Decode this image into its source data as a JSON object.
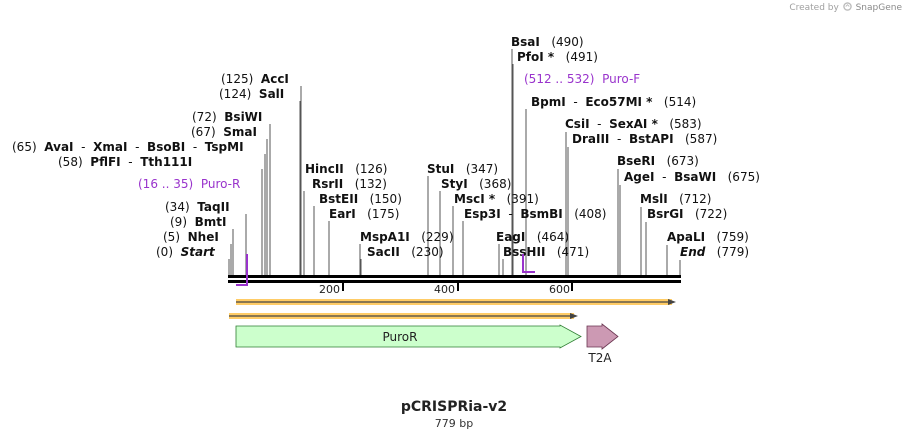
{
  "watermark": {
    "prefix": "Created by",
    "brand": "SnapGene"
  },
  "title": "pCRISPRia-v2",
  "subtitle": "779 bp",
  "colors": {
    "backbone": "#000000",
    "primer": "#9933cc",
    "puro": "#ccffcc",
    "t2a": "#cc99b3",
    "orf": "#ffcc66"
  },
  "ruler_ticks": [
    "200",
    "400",
    "600"
  ],
  "labels": [
    {
      "kind": "site",
      "segs": [
        {
          "t": "BsaI",
          "s": "nm"
        }
      ],
      "pos": "(490)"
    },
    {
      "kind": "site",
      "segs": [
        {
          "t": "PfoI *",
          "s": "nm"
        }
      ],
      "pos": "(491)"
    },
    {
      "kind": "primer",
      "segs": [
        {
          "t": "Puro-F",
          "s": "nm"
        }
      ],
      "pos": "(512 .. 532)"
    },
    {
      "kind": "site",
      "segs": [
        {
          "t": "BpmI",
          "s": "nm"
        },
        {
          "t": "  -  ",
          "s": ""
        },
        {
          "t": "Eco57MI *",
          "s": "nm"
        }
      ],
      "pos": "(514)"
    },
    {
      "kind": "site",
      "segs": [
        {
          "t": "CsiI",
          "s": "nm"
        },
        {
          "t": "  -  ",
          "s": ""
        },
        {
          "t": "SexAI *",
          "s": "nm"
        }
      ],
      "pos": "(583)"
    },
    {
      "kind": "site",
      "segs": [
        {
          "t": "DraIII",
          "s": "nm"
        },
        {
          "t": "  -  ",
          "s": ""
        },
        {
          "t": "BstAPI",
          "s": "nm"
        }
      ],
      "pos": "(587)"
    },
    {
      "kind": "site",
      "segs": [
        {
          "t": "BseRI",
          "s": "nm"
        }
      ],
      "pos": "(673)"
    },
    {
      "kind": "site",
      "segs": [
        {
          "t": "AgeI",
          "s": "nm"
        },
        {
          "t": "  -  ",
          "s": ""
        },
        {
          "t": "BsaWI",
          "s": "nm"
        }
      ],
      "pos": "(675)"
    },
    {
      "kind": "site",
      "segs": [
        {
          "t": "MslI",
          "s": "nm"
        }
      ],
      "pos": "(712)"
    },
    {
      "kind": "site",
      "segs": [
        {
          "t": "BsrGI",
          "s": "nm"
        }
      ],
      "pos": "(722)"
    },
    {
      "kind": "site",
      "segs": [
        {
          "t": "ApaLI",
          "s": "nm"
        }
      ],
      "pos": "(759)"
    },
    {
      "kind": "site",
      "segs": [
        {
          "t": "End",
          "s": "it"
        }
      ],
      "pos": "(779)"
    },
    {
      "kind": "site",
      "segs": [
        {
          "t": "AccI",
          "s": "nm"
        }
      ],
      "pos": "(125)"
    },
    {
      "kind": "site",
      "segs": [
        {
          "t": "SalI",
          "s": "nm"
        }
      ],
      "pos": "(124)"
    },
    {
      "kind": "site",
      "segs": [
        {
          "t": "BsiWI",
          "s": "nm"
        }
      ],
      "pos": "(72)"
    },
    {
      "kind": "site",
      "segs": [
        {
          "t": "SmaI",
          "s": "nm"
        }
      ],
      "pos": "(67)"
    },
    {
      "kind": "site",
      "segs": [
        {
          "t": "AvaI",
          "s": "nm"
        },
        {
          "t": "  -  ",
          "s": ""
        },
        {
          "t": "XmaI",
          "s": "nm"
        },
        {
          "t": "  -  ",
          "s": ""
        },
        {
          "t": "BsoBI",
          "s": "nm"
        },
        {
          "t": "  -  ",
          "s": ""
        },
        {
          "t": "TspMI",
          "s": "nm"
        }
      ],
      "pos": "(65)"
    },
    {
      "kind": "site",
      "segs": [
        {
          "t": "PflFI",
          "s": "nm"
        },
        {
          "t": "  -  ",
          "s": ""
        },
        {
          "t": "Tth111I",
          "s": "nm"
        }
      ],
      "pos": "(58)"
    },
    {
      "kind": "primer",
      "segs": [
        {
          "t": "Puro-R",
          "s": "nm"
        }
      ],
      "pos": "(16 .. 35)"
    },
    {
      "kind": "site",
      "segs": [
        {
          "t": "TaqII",
          "s": "nm"
        }
      ],
      "pos": "(34)"
    },
    {
      "kind": "site",
      "segs": [
        {
          "t": "BmtI",
          "s": "nm"
        }
      ],
      "pos": "(9)"
    },
    {
      "kind": "site",
      "segs": [
        {
          "t": "NheI",
          "s": "nm"
        }
      ],
      "pos": "(5)"
    },
    {
      "kind": "site",
      "segs": [
        {
          "t": "Start",
          "s": "it"
        }
      ],
      "pos": "(0)"
    },
    {
      "kind": "site",
      "segs": [
        {
          "t": "HincII",
          "s": "nm"
        }
      ],
      "pos": "(126)"
    },
    {
      "kind": "site",
      "segs": [
        {
          "t": "RsrII",
          "s": "nm"
        }
      ],
      "pos": "(132)"
    },
    {
      "kind": "site",
      "segs": [
        {
          "t": "BstEII",
          "s": "nm"
        }
      ],
      "pos": "(150)"
    },
    {
      "kind": "site",
      "segs": [
        {
          "t": "EarI",
          "s": "nm"
        }
      ],
      "pos": "(175)"
    },
    {
      "kind": "site",
      "segs": [
        {
          "t": "MspA1I",
          "s": "nm"
        }
      ],
      "pos": "(229)"
    },
    {
      "kind": "site",
      "segs": [
        {
          "t": "SacII",
          "s": "nm"
        }
      ],
      "pos": "(230)"
    },
    {
      "kind": "site",
      "segs": [
        {
          "t": "StuI",
          "s": "nm"
        }
      ],
      "pos": "(347)"
    },
    {
      "kind": "site",
      "segs": [
        {
          "t": "StyI",
          "s": "nm"
        }
      ],
      "pos": "(368)"
    },
    {
      "kind": "site",
      "segs": [
        {
          "t": "MscI *",
          "s": "nm"
        }
      ],
      "pos": "(391)"
    },
    {
      "kind": "site",
      "segs": [
        {
          "t": "Esp3I",
          "s": "nm"
        },
        {
          "t": "  -  ",
          "s": ""
        },
        {
          "t": "BsmBI",
          "s": "nm"
        }
      ],
      "pos": "(408)"
    },
    {
      "kind": "site",
      "segs": [
        {
          "t": "EagI",
          "s": "nm"
        }
      ],
      "pos": "(464)"
    },
    {
      "kind": "site",
      "segs": [
        {
          "t": "BssHII",
          "s": "nm"
        }
      ],
      "pos": "(471)"
    }
  ],
  "features": [
    {
      "name": "PuroR"
    },
    {
      "name": "T2A"
    }
  ]
}
